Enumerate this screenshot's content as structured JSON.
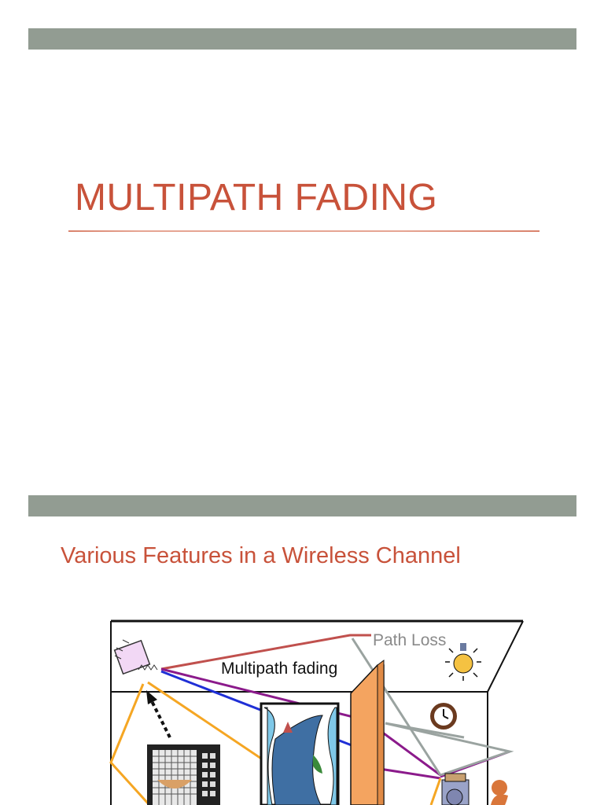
{
  "slide1": {
    "title": "MULTIPATH FADING"
  },
  "slide2": {
    "title": "Various Features in a Wireless Channel",
    "labels": {
      "path_loss": "Path Loss",
      "multipath_fading": "Multipath fading"
    }
  },
  "colors": {
    "accent_bar": "#929c92",
    "title_red": "#c8523a",
    "ray_red": "#c0504d",
    "ray_purple": "#8b1a8b",
    "ray_blue": "#1f2fd6",
    "ray_gray": "#9aa3a0",
    "ray_orange": "#f5a623",
    "wall_orange": "#f4a460"
  }
}
